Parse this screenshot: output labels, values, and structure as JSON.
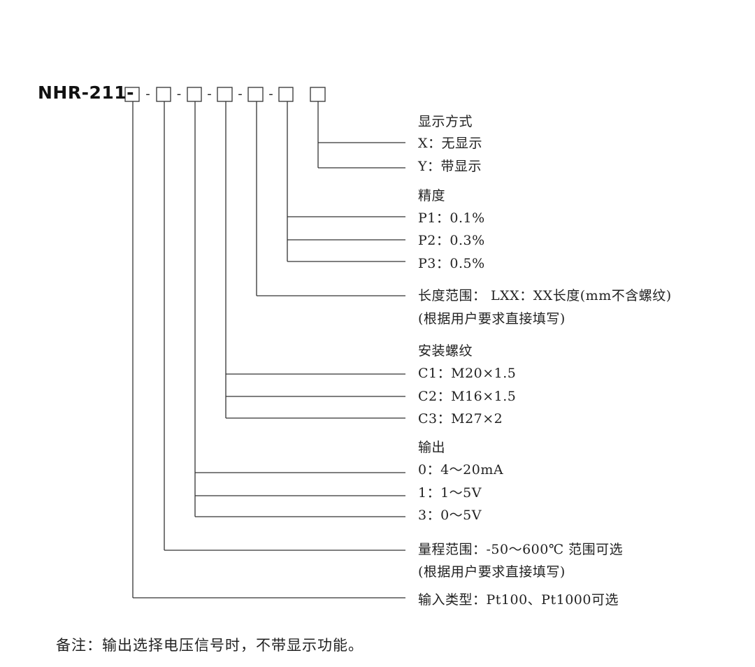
{
  "model_prefix": "NHR-211-",
  "separators": [
    "-",
    "-",
    "-",
    "-",
    "-"
  ],
  "display_mode": {
    "title": "显示方式",
    "options": [
      "X：无显示",
      "Y：带显示"
    ]
  },
  "accuracy": {
    "title": "精度",
    "options": [
      "P1：0.1%",
      "P2：0.3%",
      "P3：0.5%"
    ]
  },
  "length_range": {
    "line1": "长度范围： LXX：XX长度(mm不含螺纹)",
    "line2": "(根据用户要求直接填写)"
  },
  "mount_thread": {
    "title": "安装螺纹",
    "options": [
      "C1：M20×1.5",
      "C2：M16×1.5",
      "C3：M27×2"
    ]
  },
  "output": {
    "title": "输出",
    "options": [
      "0：4～20mA",
      "1：1～5V",
      "3：0～5V"
    ]
  },
  "measure_range": {
    "line1": "量程范围：-50～600℃ 范围可选",
    "line2": "(根据用户要求直接填写)"
  },
  "input_type": {
    "line1": "输入类型：Pt100、Pt1000可选"
  },
  "remark": "备注：输出选择电压信号时，不带显示功能。",
  "colors": {
    "line": "#333333",
    "text": "#222222"
  }
}
